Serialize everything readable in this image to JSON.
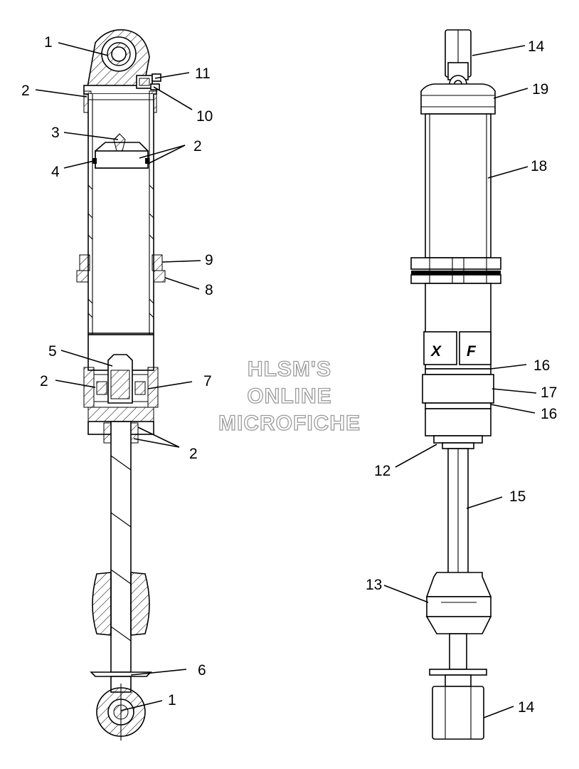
{
  "watermark": {
    "line1": "HLSM'S",
    "line2": "ONLINE",
    "line3": "MICROFICHE"
  },
  "callouts": {
    "c1_top": "1",
    "c2_top": "2",
    "c3": "3",
    "c4": "4",
    "c2_piston": "2",
    "c11": "11",
    "c10": "10",
    "c9": "9",
    "c8": "8",
    "c5": "5",
    "c2_lower": "2",
    "c7": "7",
    "c2_seal": "2",
    "c6": "6",
    "c1_bottom": "1",
    "c14_top": "14",
    "c19": "19",
    "c18": "18",
    "c16_a": "16",
    "c17": "17",
    "c16_b": "16",
    "c12": "12",
    "c15": "15",
    "c13": "13",
    "c14_bottom": "14"
  },
  "logos": {
    "left": "X",
    "right": "F"
  }
}
